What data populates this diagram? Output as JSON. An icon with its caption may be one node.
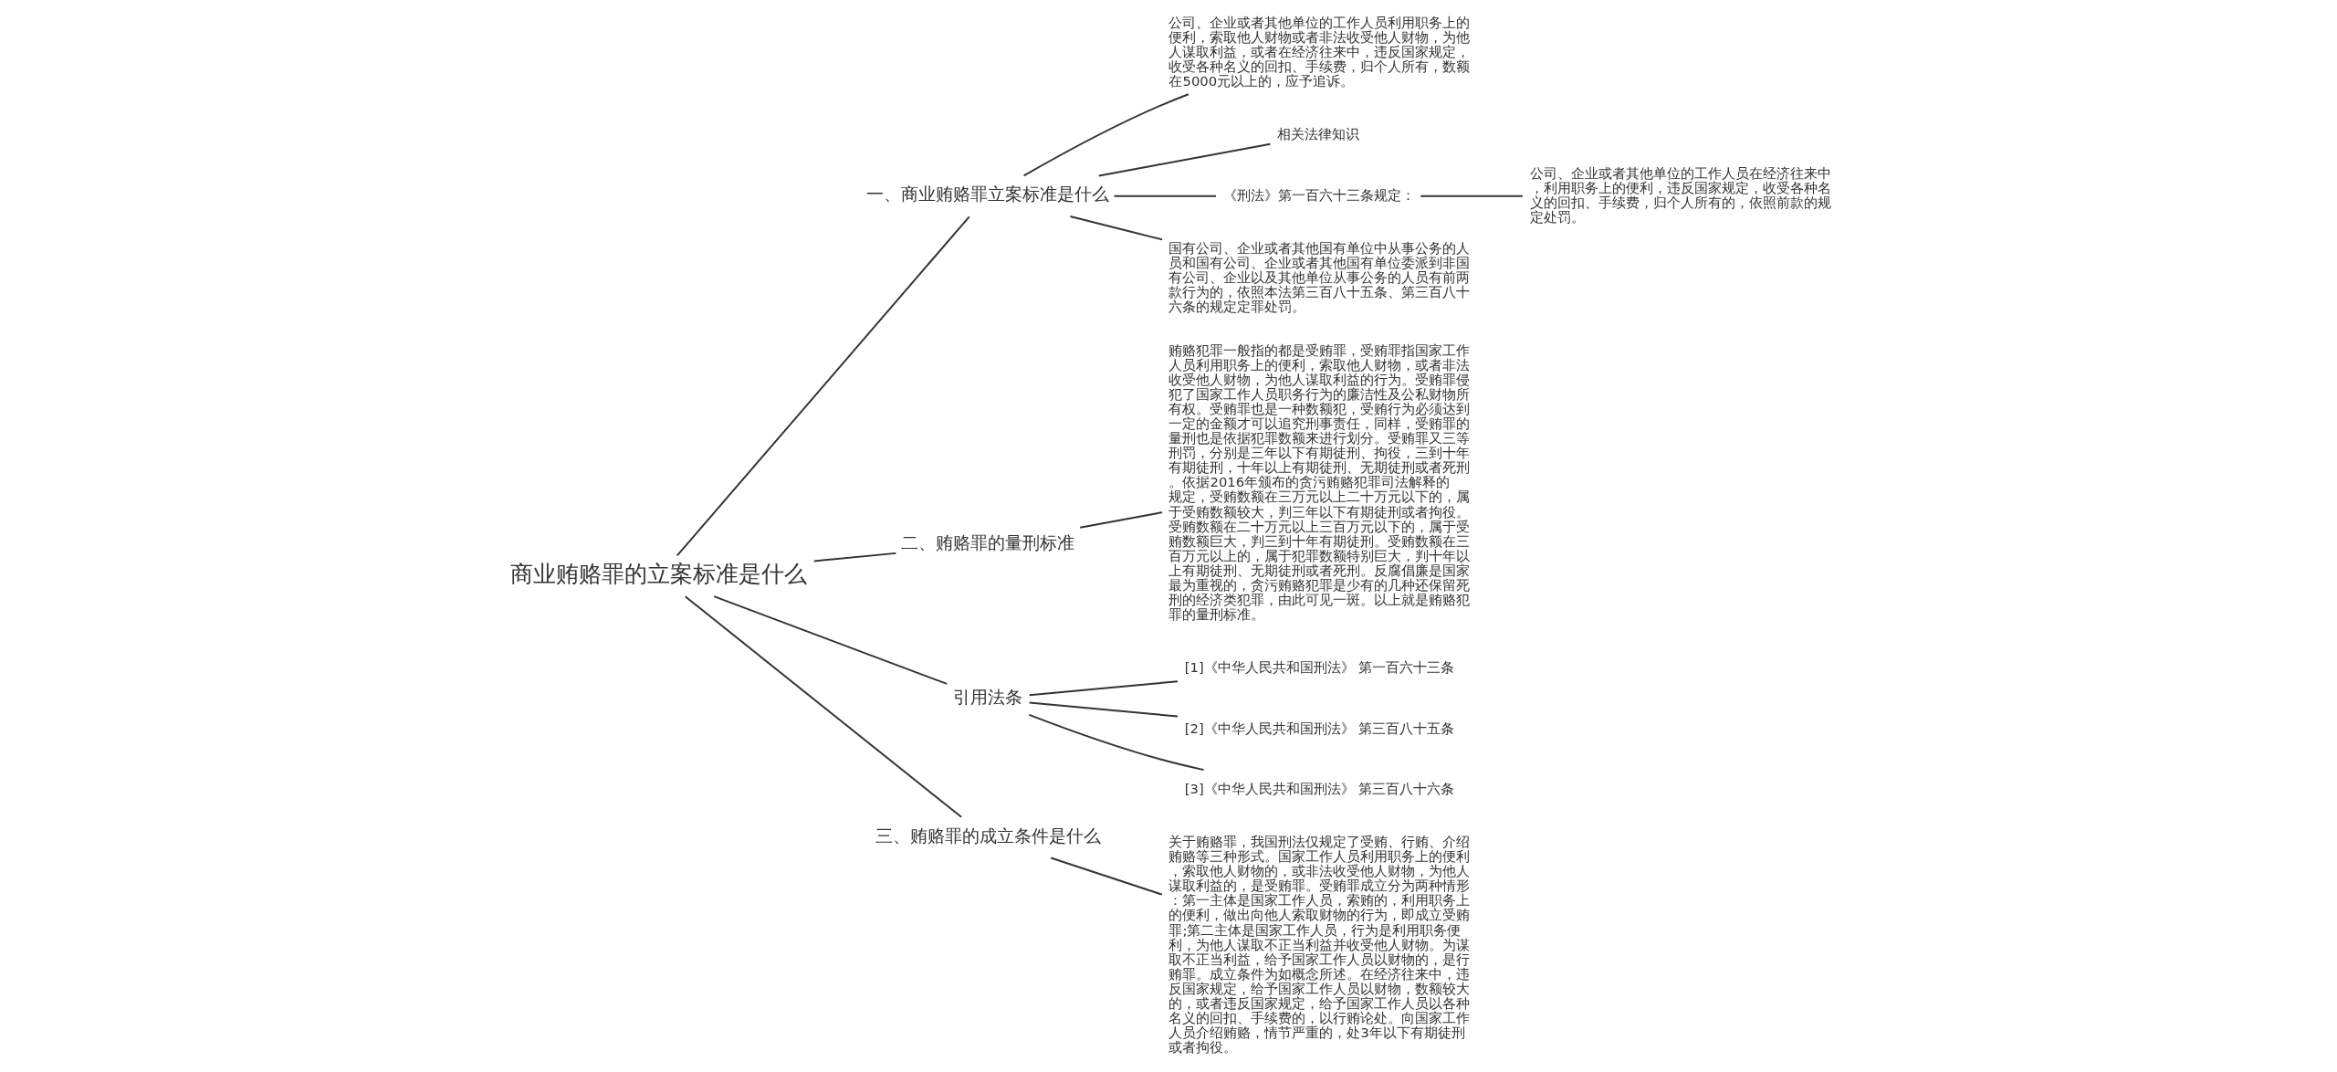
{
  "diagram": {
    "nodes": [
      {
        "text": [
          "商业贿赂罪的立案标准是什么"
        ]
      },
      {
        "text": [
          "一、商业贿赂罪立案标准是什么"
        ]
      },
      {
        "text": [
          "公司、企业或者其他单位的工作人员利用职务上的便利，索取他人财物或者非法收受他人财物，为他人谋取利益，或者在经济往来中，违反国家规定，收受各种名义的回扣、手续费，归个人所有，数额在5000元以上的，应予追诉。"
        ]
      },
      {
        "text": [
          "相关法律知识"
        ]
      },
      {
        "text": [
          "《刑法》第一百六十三条规定："
        ]
      },
      {
        "text": [
          "公司、企业或者其他单位的工作人员在经济往来中，利用职务上的便利，违反国家规定，收受各种名义的回扣、手续费，归个人所有的，依照前款的规定处罚。"
        ]
      },
      {
        "text": [
          "国有公司、企业或者其他国有单位中从事公务的人员和国有公司、企业或者其他国有单位委派到非国有公司、企业以及其他单位从事公务的人员有前两款行为的，依照本法第三百八十五条、第三百八十六条的规定定罪处罚。"
        ]
      },
      {
        "text": [
          "二、贿赂罪的量刑标准"
        ]
      },
      {
        "text": [
          "贿赂犯罪一般指的都是受贿罪，受贿罪指国家工作人员利用职务上的便利，索取他人财物，或者非法收受他人财物，为他人谋取利益的行为。受贿罪侵犯了国家工作人员职务行为的廉洁性及公私财物所有权。受贿罪也是一种数额犯，受贿行为必须达到一定的金额才可以追究刑事责任，同样，受贿罪的量刑也是依据犯罪数额来进行划分。受贿罪又三等刑罚，分别是三年以下有期徒刑、拘役，三到十年有期徒刑，十年以上有期徒刑、无期徒刑或者死刑。依据2016年颁布的贪污贿赂犯罪司法解释的规定，受贿数额在三万元以上二十万元以下的，属于受贿数额较大，判三年以下有期徒刑或者拘役。受贿数额在二十万元以上三百万元以下的，属于受贿数额巨大，判三到十年有期徒刑。受贿数额在三百万元以上的，属于犯罪数额特别巨大，判十年以上有期徒刑、无期徒刑或者死刑。反腐倡廉是国家最为重视的，贪污贿赂犯罪是少有的几种还保留死刑的经济类犯罪，由此可见一斑。以上就是贿赂犯罪的量刑标准。"
        ]
      },
      {
        "text": [
          "引用法条"
        ]
      },
      {
        "text": [
          "[1]《中华人民共和国刑法》 第一百六十三条"
        ]
      },
      {
        "text": [
          "[2]《中华人民共和国刑法》 第三百八十五条"
        ]
      },
      {
        "text": [
          "[3]《中华人民共和国刑法》 第三百八十六条"
        ]
      },
      {
        "text": [
          "三、贿赂罪的成立条件是什么"
        ]
      },
      {
        "text": [
          "关于贿赂罪，我国刑法仅规定了受贿、行贿、介绍贿赂等三种形式。国家工作人员利用职务上的便利，索取他人财物的，或非法收受他人财物，为他人谋取利益的，是受贿罪。受贿罪成立分为两种情形：第一主体是国家工作人员，索贿的，利用职务上的便利，做出向他人索取财物的行为，即成立受贿罪;第二主体是国家工作人员，行为是利用职务便利，为他人谋取不正当利益并收受他人财物。为谋取不正当利益，给予国家工作人员以财物的，是行贿罪。成立条件为如概念所述。在经济往来中，违反国家规定，给予国家工作人员以财物，数额较大的，或者违反国家规定，给予国家工作人员以各种名义的回扣、手续费的，以行贿论处。向国家工作人员介绍贿赂，情节严重的，处3年以下有期徒刑或者拘役。"
        ]
      }
    ],
    "edges": [
      {
        "from": 0,
        "to": 1,
        "arrow": "none"
      },
      {
        "from": 1,
        "to": 2,
        "arrow": "none"
      },
      {
        "from": 1,
        "to": 3,
        "arrow": "none"
      },
      {
        "from": 1,
        "to": 4,
        "arrow": "none"
      },
      {
        "from": 4,
        "to": 5,
        "arrow": "none"
      },
      {
        "from": 1,
        "to": 6,
        "arrow": "none"
      },
      {
        "from": 0,
        "to": 7,
        "arrow": "none"
      },
      {
        "from": 7,
        "to": 8,
        "arrow": "none"
      },
      {
        "from": 0,
        "to": 9,
        "arrow": "none"
      },
      {
        "from": 9,
        "to": 10,
        "arrow": "none"
      },
      {
        "from": 9,
        "to": 11,
        "arrow": "none"
      },
      {
        "from": 9,
        "to": 12,
        "arrow": "none"
      },
      {
        "from": 0,
        "to": 13,
        "arrow": "none"
      },
      {
        "from": 13,
        "to": 14,
        "arrow": "none"
      }
    ]
  }
}
